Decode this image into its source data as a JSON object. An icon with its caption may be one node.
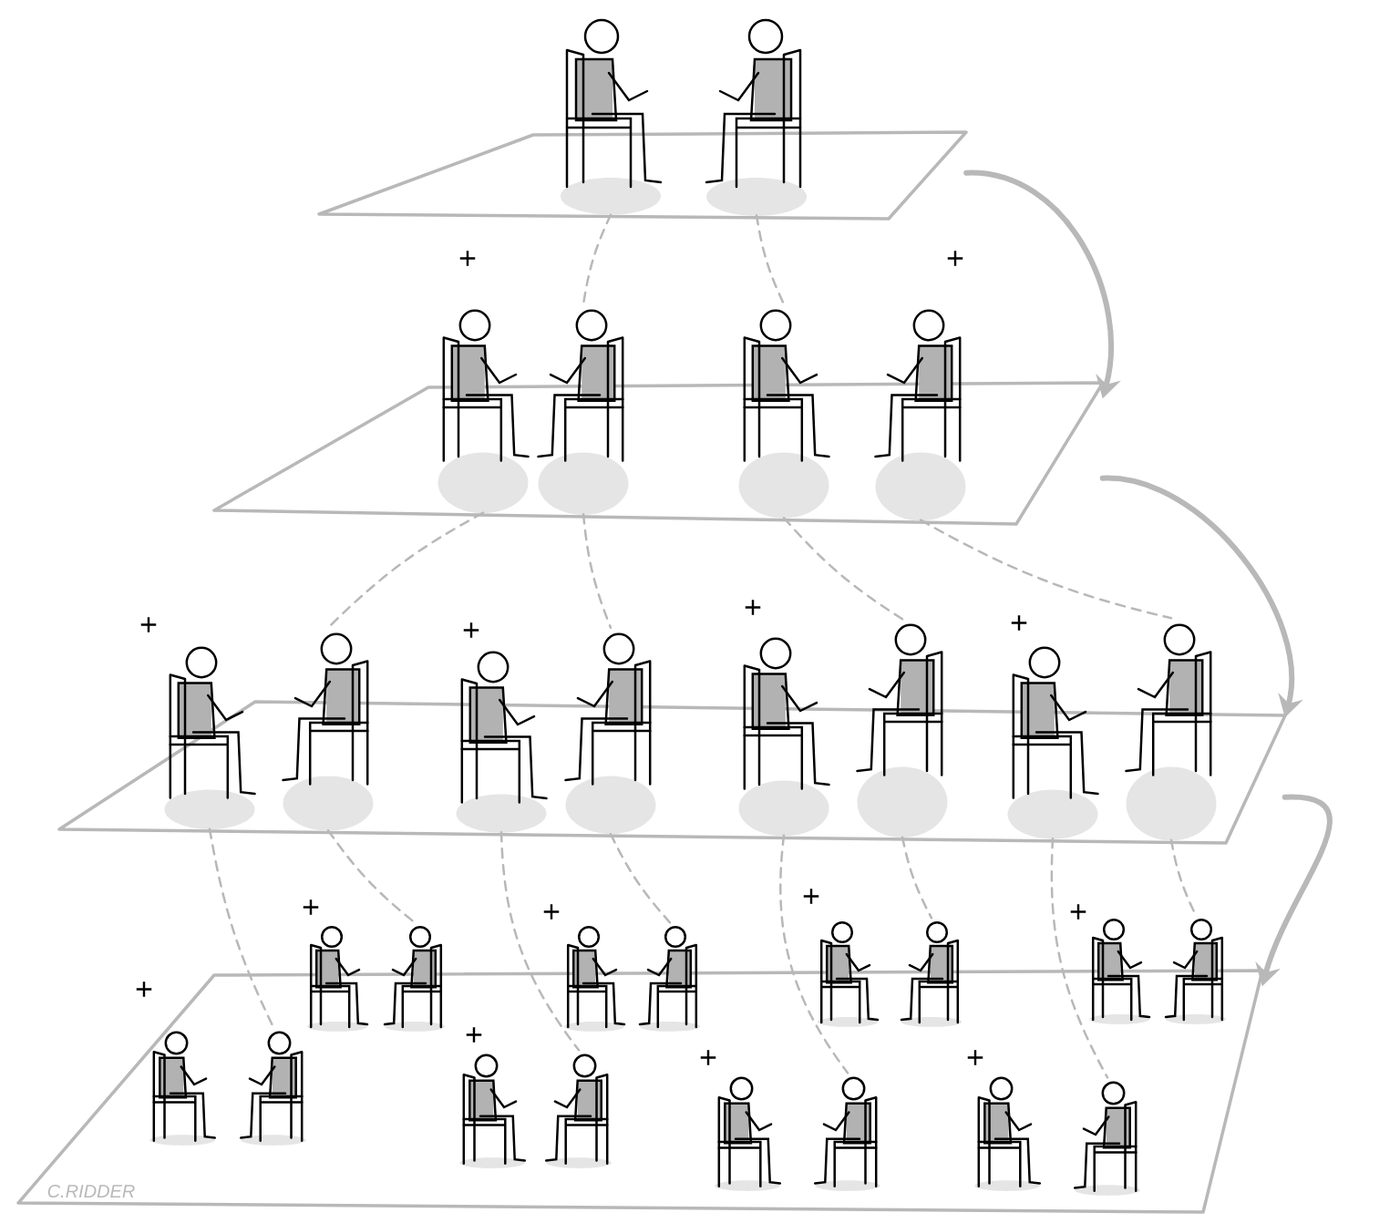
{
  "diagram": {
    "nodes": [
      {
        "text": [],
        "shape": "box"
      },
      {
        "text": [],
        "shape": "box"
      },
      {
        "text": [],
        "shape": "box"
      },
      {
        "text": [],
        "shape": "box"
      },
      {
        "text": [],
        "shape": "person"
      },
      {
        "text": [],
        "shape": "person"
      },
      {
        "text": [],
        "shape": "person"
      },
      {
        "text": [],
        "shape": "person"
      },
      {
        "text": [],
        "shape": "person"
      },
      {
        "text": [],
        "shape": "person"
      },
      {
        "text": [],
        "shape": "person"
      },
      {
        "text": [],
        "shape": "person"
      },
      {
        "text": [],
        "shape": "person"
      },
      {
        "text": [],
        "shape": "person"
      },
      {
        "text": [],
        "shape": "person"
      },
      {
        "text": [],
        "shape": "person"
      },
      {
        "text": [],
        "shape": "person"
      },
      {
        "text": [],
        "shape": "person"
      },
      {
        "text": [],
        "shape": "person"
      },
      {
        "text": [],
        "shape": "person"
      },
      {
        "text": [],
        "shape": "person"
      },
      {
        "text": [],
        "shape": "person"
      },
      {
        "text": [],
        "shape": "person"
      },
      {
        "text": [],
        "shape": "person"
      },
      {
        "text": [],
        "shape": "person"
      },
      {
        "text": [],
        "shape": "person"
      },
      {
        "text": [],
        "shape": "person",
        "in": 3
      },
      {
        "text": [],
        "shape": "person",
        "in": 3
      },
      {
        "text": [],
        "shape": "person",
        "in": 3
      },
      {
        "text": [],
        "shape": "person",
        "in": 3
      },
      {
        "text": [],
        "shape": "person",
        "in": 3
      },
      {
        "text": [],
        "shape": "person",
        "in": 3
      },
      {
        "text": [],
        "shape": "person",
        "in": 3
      },
      {
        "text": [],
        "shape": "person",
        "in": 3
      }
    ],
    "edges": [
      {
        "from": 0,
        "to": 1,
        "arrow": "to",
        "style": "thick"
      },
      {
        "from": 1,
        "to": 2,
        "arrow": "to",
        "style": "thick"
      },
      {
        "from": 2,
        "to": 3,
        "arrow": "to",
        "style": "thick"
      },
      {
        "from": 4,
        "to": 7,
        "arrow": "none",
        "style": "dashed"
      },
      {
        "from": 5,
        "to": 8,
        "arrow": "none",
        "style": "dashed"
      },
      {
        "from": 6,
        "to": 11,
        "arrow": "none",
        "style": "dashed"
      },
      {
        "from": 7,
        "to": 13,
        "arrow": "none",
        "style": "dashed"
      },
      {
        "from": 8,
        "to": 15,
        "arrow": "none",
        "style": "dashed"
      },
      {
        "from": 9,
        "to": 17,
        "arrow": "none",
        "style": "dashed"
      },
      {
        "from": 10,
        "to": 27,
        "arrow": "none",
        "style": "dashed"
      },
      {
        "from": 11,
        "to": 19,
        "arrow": "none",
        "style": "dashed"
      },
      {
        "from": 12,
        "to": 29,
        "arrow": "none",
        "style": "dashed"
      },
      {
        "from": 13,
        "to": 21,
        "arrow": "none",
        "style": "dashed"
      },
      {
        "from": 14,
        "to": 31,
        "arrow": "none",
        "style": "dashed"
      },
      {
        "from": 15,
        "to": 23,
        "arrow": "none",
        "style": "dashed"
      },
      {
        "from": 16,
        "to": 33,
        "arrow": "none",
        "style": "dashed"
      },
      {
        "from": 17,
        "to": 25,
        "arrow": "none",
        "style": "dashed"
      }
    ],
    "labels": [
      "+",
      "+",
      "+",
      "+",
      "+",
      "+",
      "+",
      "+",
      "+",
      "+",
      "+",
      "+",
      "+",
      "+",
      "C.RIDDER"
    ]
  }
}
